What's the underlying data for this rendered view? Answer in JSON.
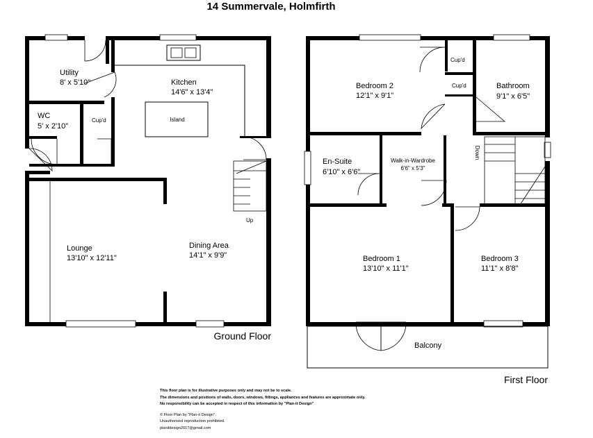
{
  "title": "14 Summervale, Holmfirth",
  "ground_floor": {
    "label": "Ground Floor",
    "rooms": {
      "utility": {
        "name": "Utility",
        "size": "8' x 5'10\""
      },
      "wc": {
        "name": "WC",
        "size": "5' x 2'10\""
      },
      "cupd": {
        "name": "Cup'd"
      },
      "kitchen": {
        "name": "Kitchen",
        "size": "14'6\" x 13'4\""
      },
      "island": {
        "name": "Island"
      },
      "lounge": {
        "name": "Lounge",
        "size": "13'10\" x 12'11\""
      },
      "dining": {
        "name": "Dining Area",
        "size": "14'1\" x 9'9\""
      },
      "stairs": {
        "label": "Up"
      }
    }
  },
  "first_floor": {
    "label": "First Floor",
    "rooms": {
      "bedroom2": {
        "name": "Bedroom 2",
        "size": "12'1\" x 9'1\""
      },
      "cupd1": {
        "name": "Cup'd"
      },
      "cupd2": {
        "name": "Cup'd"
      },
      "bathroom": {
        "name": "Bathroom",
        "size": "9'1\" x 6'5\""
      },
      "ensuite": {
        "name": "En-Suite",
        "size": "6'10\" x 6'6\""
      },
      "wardrobe": {
        "name": "Walk-in-Wardrobe",
        "size": "6'6\" x 5'3\""
      },
      "stairs": {
        "label": "Down"
      },
      "bedroom1": {
        "name": "Bedroom 1",
        "size": "13'10\" x 11'1\""
      },
      "bedroom3": {
        "name": "Bedroom 3",
        "size": "11'1\" x 8'8\""
      },
      "balcony": {
        "name": "Balcony"
      }
    }
  },
  "disclaimer": [
    "This floor plan is for illustrative purposes only and may not be to scale.",
    "The dimensions and positions of walls, doors, windows, fittings, appliances and features are approximate only.",
    "No responsibility can be accepted in respect of this information by \"Plan-it Design\""
  ],
  "credits": [
    "© Floor Plan by \"Plan-it Design\".",
    "Unauthorised reproduction prohibited.",
    "planitdesign2017@gmail.com"
  ]
}
